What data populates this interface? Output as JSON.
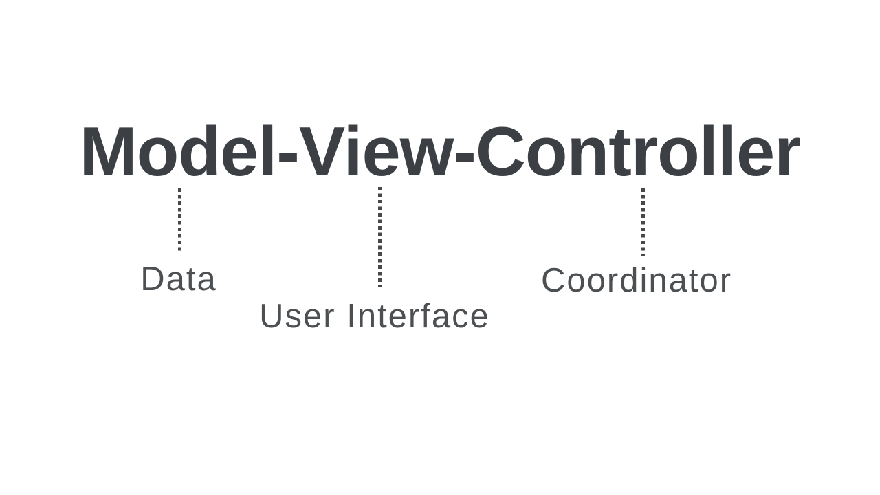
{
  "diagram": {
    "type": "labeled-term-diagram",
    "title": "Model-View-Controller",
    "annotations": [
      {
        "term": "Model",
        "label": "Data"
      },
      {
        "term": "View",
        "label": "User Interface"
      },
      {
        "term": "Controller",
        "label": "Coordinator"
      }
    ],
    "colors": {
      "background": "#ffffff",
      "title_text": "#3c3f43",
      "label_text": "#4d5053",
      "connector": "#46484a"
    }
  }
}
